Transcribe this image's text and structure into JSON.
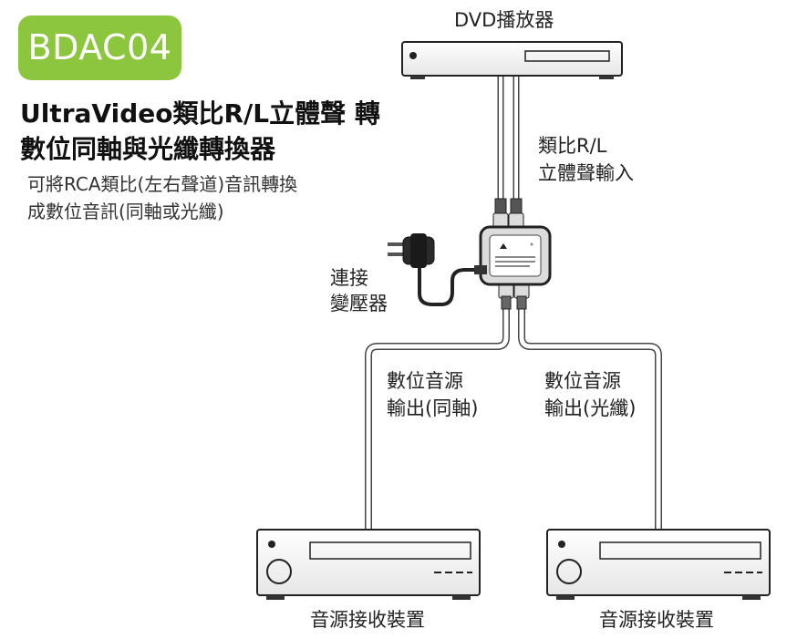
{
  "badge": "BDAC04",
  "title": {
    "line1": "UltraVideo類比R/L立體聲 轉",
    "line2": "數位同軸與光纖轉換器"
  },
  "description": {
    "line1": "可將RCA類比(左右聲道)音訊轉換",
    "line2": "成數位音訊(同軸或光纖)"
  },
  "labels": {
    "dvd_player": "DVD播放器",
    "analog_input_line1": "類比R/L",
    "analog_input_line2": "立體聲輸入",
    "adapter_line1": "連接",
    "adapter_line2": "變壓器",
    "coax_output_line1": "數位音源",
    "coax_output_line2": "輸出(同軸)",
    "optical_output_line1": "數位音源",
    "optical_output_line2": "輸出(光纖)",
    "receiver_left": "音源接收裝置",
    "receiver_right": "音源接收裝置"
  },
  "colors": {
    "badge": "#8cc63f",
    "device_stroke": "#222222",
    "cable": "#ffffff"
  }
}
